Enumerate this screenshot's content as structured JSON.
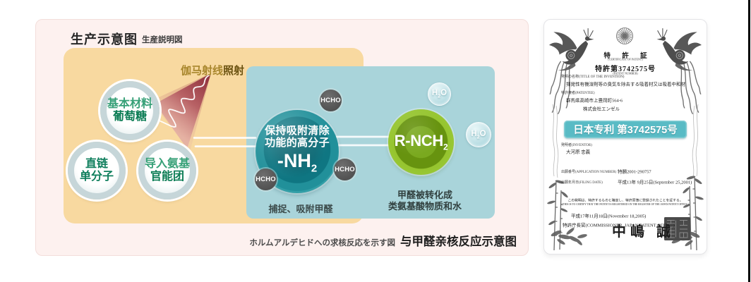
{
  "colors": {
    "panel_pink": "#fdf1ef",
    "tan_box": "#f8d9a0",
    "teal_box": "#a9d4da",
    "polymer_teal": "#0c6672",
    "product_green": "#7cab1f",
    "hcho_gray": "#585858",
    "banner_teal": "#58bac4",
    "gamma_text_brown": "#a8862c",
    "circle_text_green": "#0b7c54"
  },
  "production": {
    "title": "生产示意图",
    "subtitle": "生産説明図",
    "gamma_label_main": "伽马射线",
    "gamma_label_bold": "照射",
    "materials": [
      {
        "line1": "基本材料",
        "line2": "葡萄糖"
      },
      {
        "line1": "直链",
        "line2": "单分子"
      },
      {
        "line1": "导入氨基",
        "line2": "官能团"
      }
    ],
    "polymer": {
      "line1": "保持吸附清除",
      "line2": "功能的高分子",
      "formula": "-NH",
      "formula_sub": "2"
    },
    "hcho": "HCHO",
    "product": {
      "formula": "R-NCH",
      "formula_sub": "2"
    },
    "water": {
      "h": "H",
      "sub": "2",
      "o": "O"
    },
    "caption_capture": "捕捉、吸附甲醛",
    "caption_convert_line1": "甲醛被转化成",
    "caption_convert_line2": "类氨基酸物质和水",
    "footnote_jp": "ホルムアルデヒドへの求核反応を示す図",
    "footnote_zh": "与甲醛亲核反应示意图"
  },
  "certificate": {
    "title": "特 許 証",
    "title_sub": "(CERTIFICATE OF PATENT)",
    "number": "特許第3742575号",
    "number_sub": "(PATENT NUMBER)",
    "invention_label": "発明の名称(TITLE OF THE INVENTION)",
    "invention_value": "揮発性有機溶剤等の臭気を除去する吸着材又は吸着中和材",
    "patentee_label": "特許権者(PATENTEE)",
    "patentee_address": "群馬県高崎市上豊岡町564-6",
    "patentee_name": "株式会社エンゼル",
    "banner": "日本专利 第3742575号",
    "inventor_label": "発明者(INVENTOR)",
    "inventor_name": "大河原 忠義",
    "application_label": "出願番号(APPLICATION NUMBER)",
    "application_value": "特願2001-290757",
    "filing_label": "出願年月日(FILING DATE)",
    "filing_value": "平成13年 9月25日(September 25,2001)",
    "statement_jp": "この発明は、特許するものと確定し、特許原簿に登録されたことを証する。",
    "statement_en": "(THIS IS TO CERTIFY THAT THE PATENT IS REGISTERED ON THE REGISTER OF THE JAPAN PATENT OFFICE.)",
    "register_date": "平成17年11月18日(November 18,2005)",
    "commissioner": "特許庁長官(COMMISSIONER, JAPAN PATENT OFFICE)",
    "signature": "中嶋 誠"
  }
}
